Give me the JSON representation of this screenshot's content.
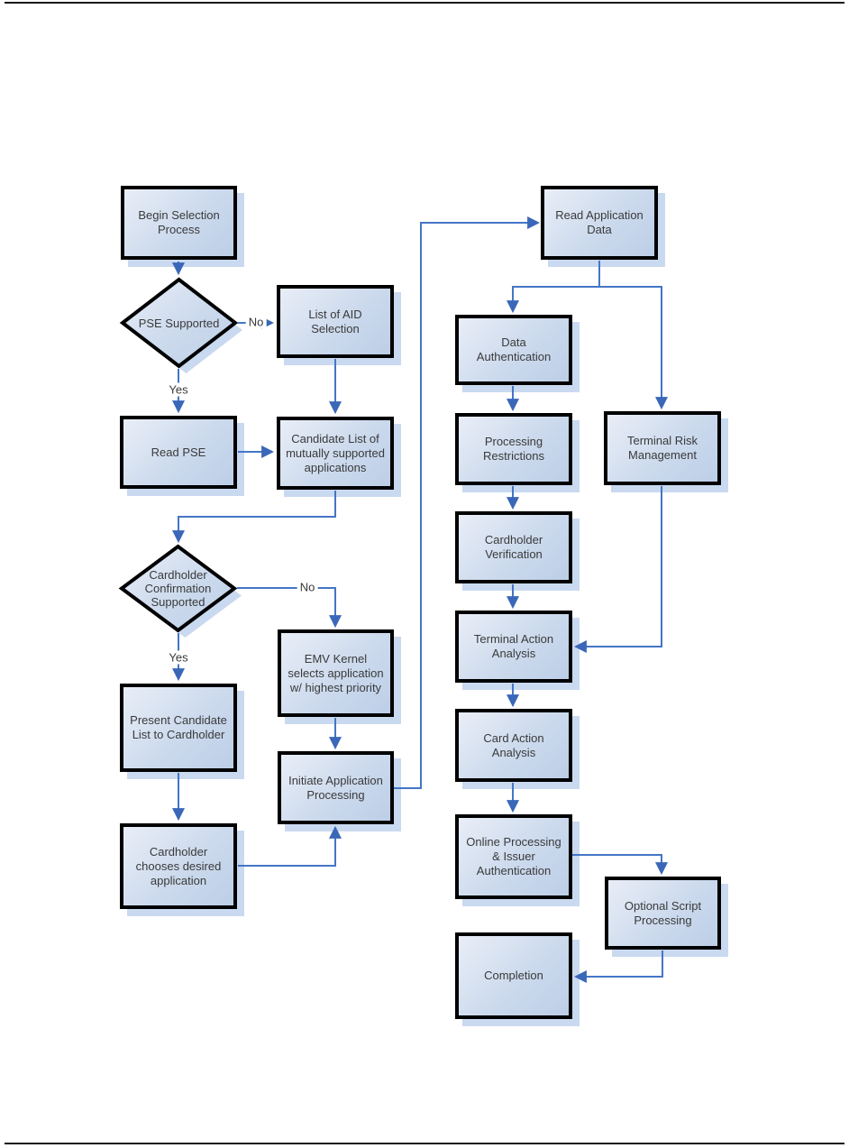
{
  "page": {
    "background": "#ffffff",
    "top_rule_color": "#1a1a1a",
    "bottom_rule_color": "#1a1a1a"
  },
  "colors": {
    "page_bg": "#ffffff",
    "rule_color": "#1a1a1a",
    "box_border": "#000000",
    "fill_light": "#e9eef7",
    "fill_mid": "#ccdaed",
    "fill_dark": "#bccee7",
    "shadow": "#c9d9f0",
    "connector": "#4476c6",
    "arrowhead": "#3a67b8",
    "label_text": "#3a3a3a"
  },
  "diagram": {
    "nodes": {
      "begin": {
        "label": "Begin Selection\nProcess",
        "shape": "process"
      },
      "pse_supported": {
        "label": "PSE Supported",
        "shape": "decision"
      },
      "list_aid": {
        "label": "List of AID\nSelection",
        "shape": "process"
      },
      "read_pse": {
        "label": "Read PSE",
        "shape": "process"
      },
      "candidate_list": {
        "label": "Candidate List of\nmutually supported\napplications",
        "shape": "process"
      },
      "cardholder_conf": {
        "label": "Cardholder\nConfirmation\nSupported",
        "shape": "decision"
      },
      "emv_kernel": {
        "label": "EMV Kernel\nselects application\nw/ highest priority",
        "shape": "process"
      },
      "present_candidate": {
        "label": "Present Candidate\nList to Cardholder",
        "shape": "process"
      },
      "initiate_app": {
        "label": "Initiate Application\nProcessing",
        "shape": "process"
      },
      "cardholder_chooses": {
        "label": "Cardholder\nchooses desired\napplication",
        "shape": "process"
      },
      "read_app_data": {
        "label": "Read Application\nData",
        "shape": "process"
      },
      "data_auth": {
        "label": "Data\nAuthentication",
        "shape": "process"
      },
      "processing_restrictions": {
        "label": "Processing\nRestrictions",
        "shape": "process"
      },
      "terminal_risk": {
        "label": "Terminal Risk\nManagement",
        "shape": "process"
      },
      "cardholder_verification": {
        "label": "Cardholder\nVerification",
        "shape": "process"
      },
      "terminal_action": {
        "label": "Terminal Action\nAnalysis",
        "shape": "process"
      },
      "card_action": {
        "label": "Card Action\nAnalysis",
        "shape": "process"
      },
      "online_processing": {
        "label": "Online Processing\n& Issuer\nAuthentication",
        "shape": "process"
      },
      "optional_script": {
        "label": "Optional Script\nProcessing",
        "shape": "process"
      },
      "completion": {
        "label": "Completion",
        "shape": "process"
      }
    },
    "edge_labels": {
      "pse_no": "No",
      "pse_yes": "Yes",
      "conf_no": "No",
      "conf_yes": "Yes"
    }
  }
}
